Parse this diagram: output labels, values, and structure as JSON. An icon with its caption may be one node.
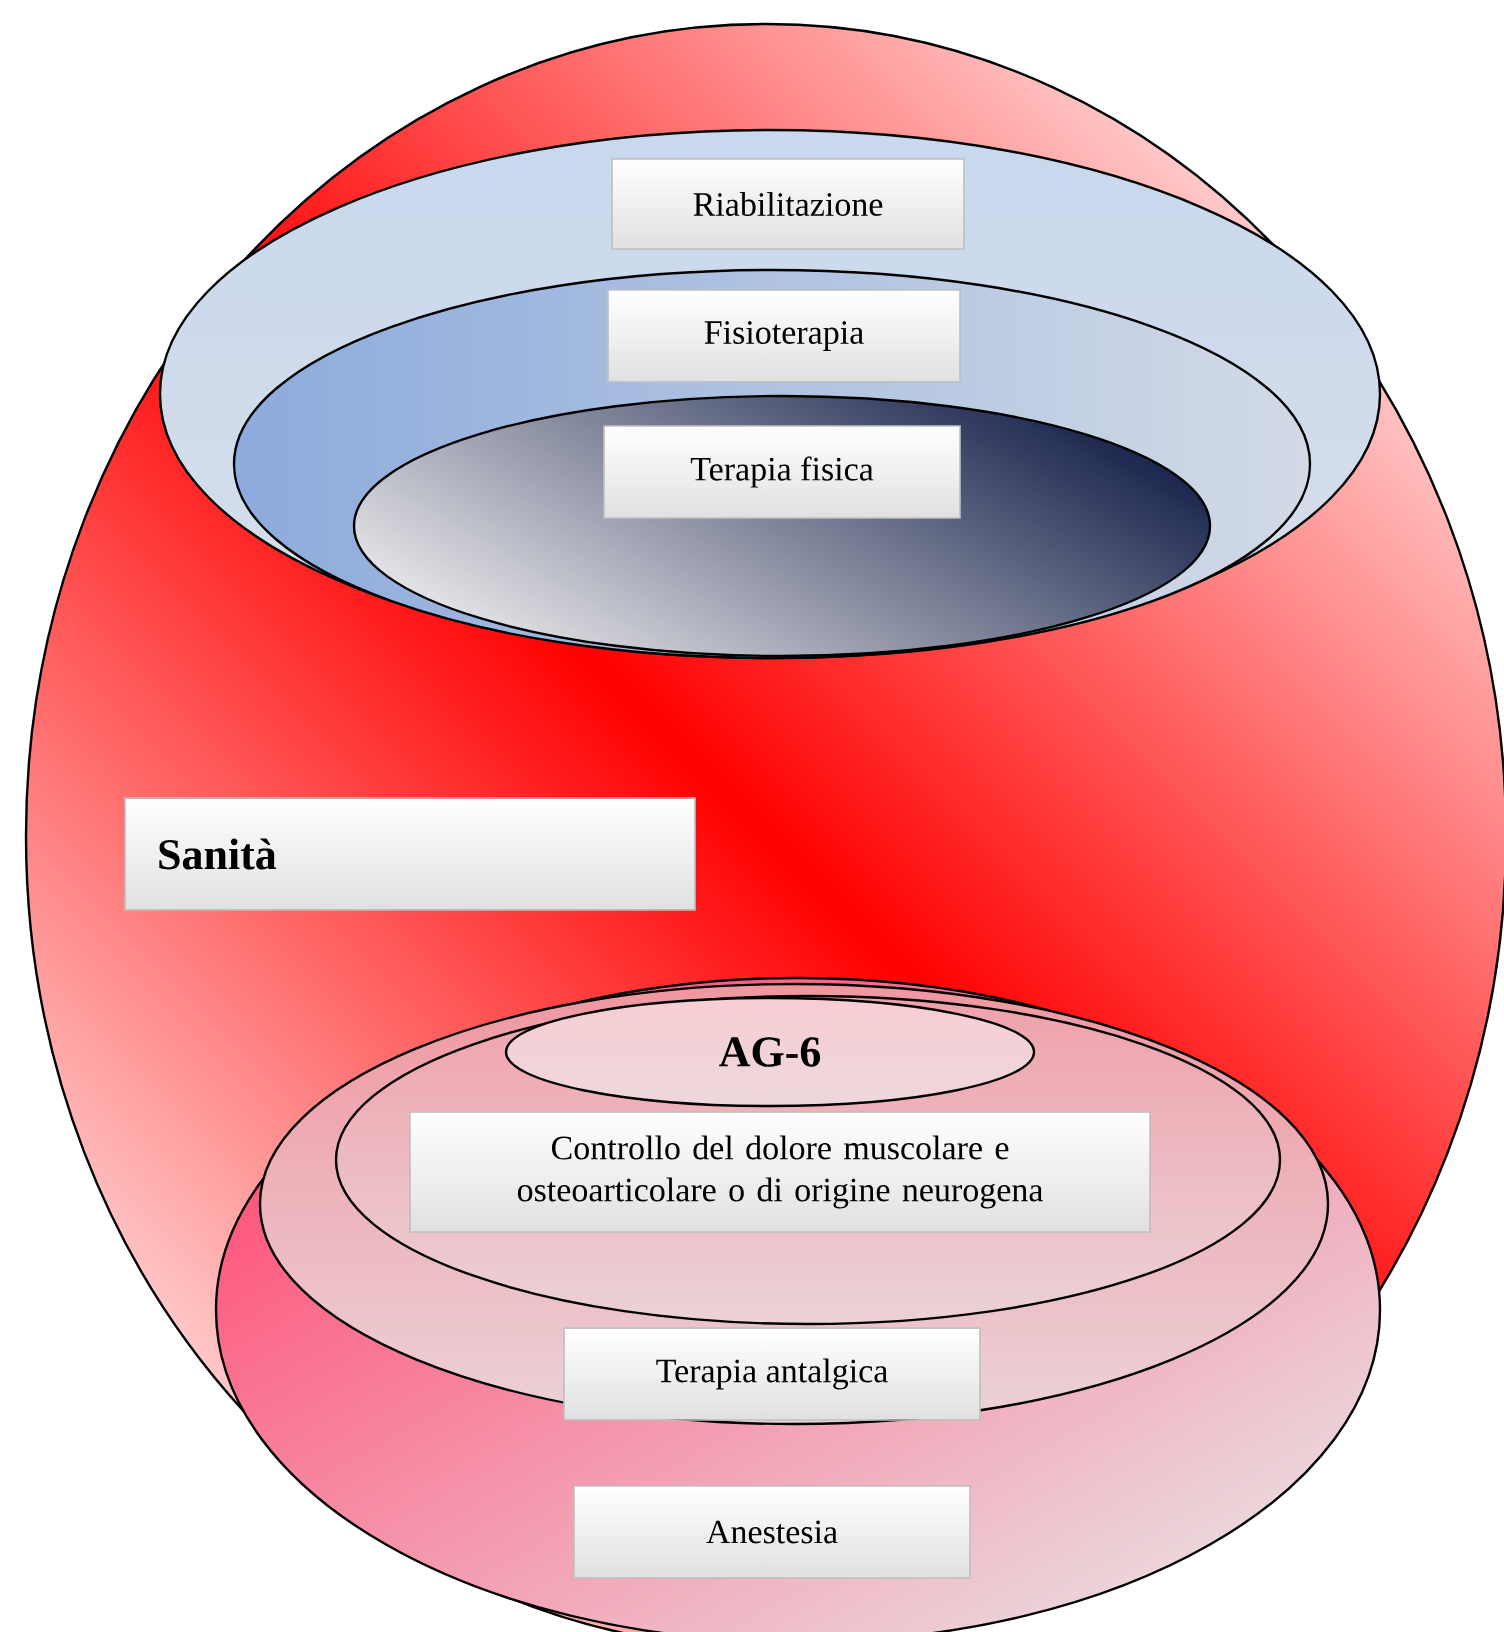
{
  "diagram": {
    "nodes": [
      {
        "text": [],
        "shape": "ellipse"
      },
      {
        "text": [],
        "shape": "ellipse",
        "in": 0
      },
      {
        "text": [
          "Riabilitazione"
        ],
        "in": 1
      },
      {
        "text": [],
        "shape": "ellipse",
        "in": 1
      },
      {
        "text": [
          "Fisioterapia"
        ],
        "in": 3
      },
      {
        "text": [],
        "shape": "ellipse",
        "in": 3
      },
      {
        "text": [
          "Terapia fisica"
        ],
        "in": 5
      },
      {
        "text": [
          "Sanità"
        ],
        "in": 0
      },
      {
        "text": [],
        "shape": "ellipse",
        "in": 0
      },
      {
        "text": [],
        "shape": "ellipse",
        "in": 8
      },
      {
        "text": [],
        "shape": "ellipse",
        "in": 9
      },
      {
        "text": [
          "AG-6"
        ],
        "in": 10
      },
      {
        "text": [
          "Controllo del dolore muscolare e osteoarticolare o di origine neurogena"
        ],
        "in": 10
      },
      {
        "text": [
          "Terapia antalgica"
        ],
        "in": 9
      },
      {
        "text": [
          "Anestesia"
        ],
        "in": 8
      }
    ]
  }
}
